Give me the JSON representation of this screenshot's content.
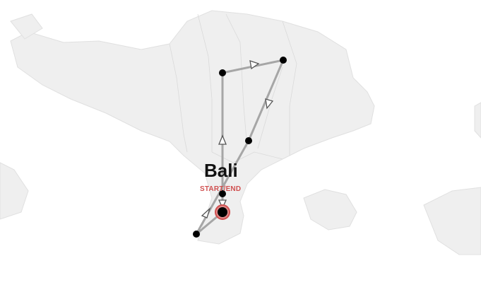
{
  "map": {
    "title": "Bali",
    "start_end_label": "START/END",
    "colors": {
      "land": "#efefef",
      "route": "#a6a6a6",
      "stop": "#000000",
      "start_ring": "#d05050"
    },
    "stops_count": 6
  }
}
